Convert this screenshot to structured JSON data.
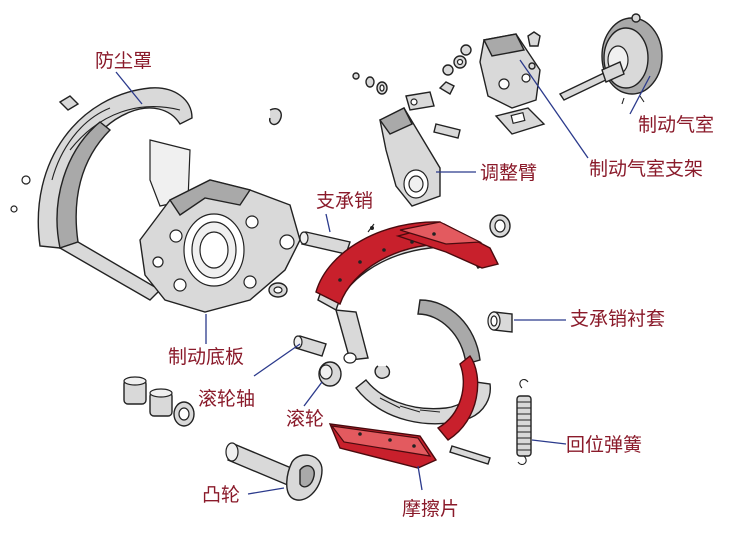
{
  "labels": {
    "dust_cover": "防尘罩",
    "brake_chamber": "制动气室",
    "chamber_bracket": "制动气室支架",
    "slack_adjuster": "调整臂",
    "anchor_pin": "支承销",
    "anchor_pin_bushing": "支承销衬套",
    "backing_plate": "制动底板",
    "roller_shaft": "滚轮轴",
    "roller": "滚轮",
    "return_spring": "回位弹簧",
    "cam": "凸轮",
    "friction_lining": "摩擦片"
  },
  "colors": {
    "label_text": "#8a1a2a",
    "leader_line": "#2b3a8c",
    "lining_red": "#c8202c",
    "metal": "#d9d9d9"
  }
}
